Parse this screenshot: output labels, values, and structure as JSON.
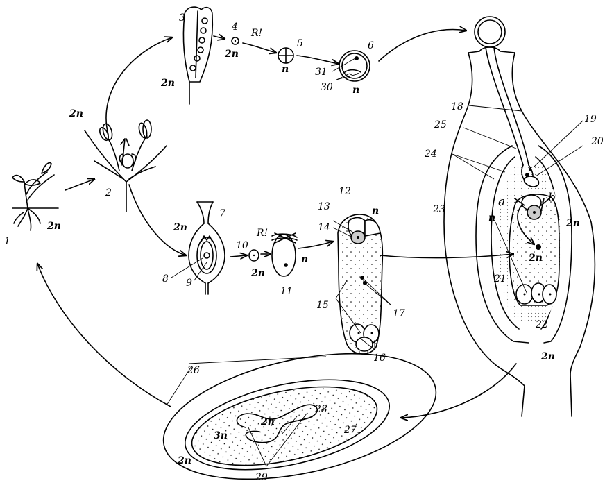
{
  "labels": {
    "n1": "1",
    "n2": "2",
    "n3": "3",
    "n4": "4",
    "n5": "5",
    "n6": "6",
    "n7": "7",
    "n8": "8",
    "n9": "9",
    "n10": "10",
    "n11": "11",
    "n12": "12",
    "n13": "13",
    "n14": "14",
    "n15": "15",
    "n16": "16",
    "n17": "17",
    "n18": "18",
    "n19": "19",
    "n20": "20",
    "n21": "21",
    "n22": "22",
    "n23": "23",
    "n24": "24",
    "n25": "25",
    "n26": "26",
    "n27": "27",
    "n28": "28",
    "n29": "29",
    "n30": "30",
    "n31": "31"
  },
  "ploidy": {
    "diploid": "2n",
    "haploid": "n",
    "triploid": "3n"
  },
  "markers": {
    "reduction": "R!",
    "a": "a",
    "b": "b"
  }
}
